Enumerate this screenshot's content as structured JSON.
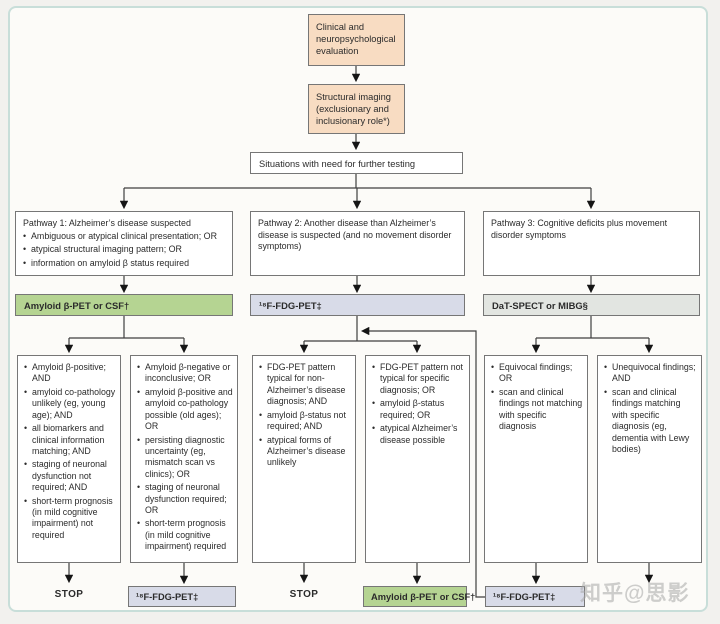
{
  "palette": {
    "peach": "#f8dcc2",
    "green": "#b5d492",
    "lavender": "#d8dbe8",
    "gray_band": "#e2e5e1",
    "frame_border": "#c8ded9",
    "line": "#3f3f3f"
  },
  "flow": {
    "clinical_eval": "Clinical and neuropsychological evaluation",
    "structural_imaging": "Structural imaging (exclusionary and inclusionary role*)",
    "situations": "Situations with need for further testing",
    "pathways": [
      {
        "title": "Pathway 1: Alzheimer’s disease suspected",
        "bullets": [
          "Ambiguous or atypical clinical presentation; OR",
          "atypical structural imaging pattern; OR",
          "information on amyloid β status required"
        ]
      },
      {
        "title": "Pathway 2: Another disease than Alzheimer’s disease is suspected (and no movement disorder symptoms)",
        "bullets": []
      },
      {
        "title": "Pathway 3: Cognitive deficits plus movement disorder symptoms",
        "bullets": []
      }
    ],
    "tests": [
      "Amyloid β-PET or CSF†",
      "¹⁸F-FDG-PET‡",
      "DaT-SPECT or MIBG§"
    ],
    "outcomes": [
      {
        "bullets": [
          "Amyloid β-positive; AND",
          "amyloid co-pathology unlikely (eg, young age); AND",
          "all biomarkers and clinical information matching; AND",
          "staging of neuronal dysfunction not required; AND",
          "short-term prognosis (in mild cognitive impairment) not required"
        ]
      },
      {
        "bullets": [
          "Amyloid β-negative or inconclusive; OR",
          "amyloid β-positive and amyloid co-pathology possible (old ages); OR",
          "persisting diagnostic uncertainty (eg, mismatch scan vs clinics); OR",
          "staging of neuronal dysfunction required; OR",
          "short-term prognosis (in mild cognitive impairment) required"
        ]
      },
      {
        "bullets": [
          "FDG-PET pattern typical for non-Alzheimer’s disease diagnosis; AND",
          "amyloid β-status not required; AND",
          "atypical forms of Alzheimer’s disease unlikely"
        ]
      },
      {
        "bullets": [
          "FDG-PET pattern not typical for specific diagnosis; OR",
          "amyloid β-status required; OR",
          "atypical Alzheimer’s disease possible"
        ]
      },
      {
        "bullets": [
          "Equivocal findings; OR",
          "scan and clinical findings not matching with specific diagnosis"
        ]
      },
      {
        "bullets": [
          "Unequivocal findings; AND",
          "scan and clinical findings matching with specific diagnosis (eg, dementia with Lewy bodies)"
        ]
      }
    ],
    "results": {
      "stop1": "STOP",
      "fdg_after_pathway1": "¹⁸F-FDG-PET‡",
      "stop2": "STOP",
      "amyloid_after_pathway2": "Amyloid β-PET or CSF†",
      "fdg_after_pathway3": "¹⁸F-FDG-PET‡"
    },
    "watermark": "知乎@思影"
  }
}
